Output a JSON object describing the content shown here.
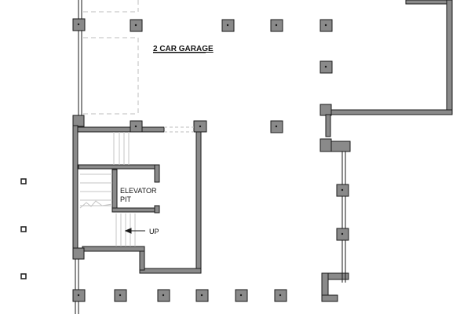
{
  "labels": {
    "garage": "2 CAR GARAGE",
    "elevator_line1": "ELEVATOR",
    "elevator_line2": "PIT",
    "stair_direction": "UP"
  },
  "colors": {
    "wall_fill": "#8a8a8a",
    "wall_stroke": "#1a1a1a",
    "dashed": "#bdbdbd",
    "hatch": "#b0b0b0",
    "background": "#ffffff"
  },
  "icons": {
    "column": "square-column-icon",
    "stair_arrow": "arrow-left-icon"
  }
}
